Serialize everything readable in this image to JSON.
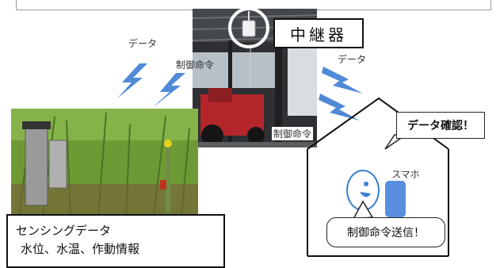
{
  "labels": {
    "relay": "中継器",
    "data_left": "データ",
    "data_right": "データ",
    "control_top": "制御命令",
    "control_mid": "制御命令",
    "smartphone": "スマホ",
    "data_check": "データ確認！",
    "control_send": "制御命令送信！"
  },
  "sensing": {
    "title": "センシングデータ",
    "items": "水位、水温、作動情報"
  },
  "colors": {
    "lightning": "#4f89d8",
    "phone": "#5a8fe0",
    "face_outline": "#3a7fd0",
    "rice_green": "#5f8f2a",
    "sensor_gray": "#8f8f8f"
  }
}
